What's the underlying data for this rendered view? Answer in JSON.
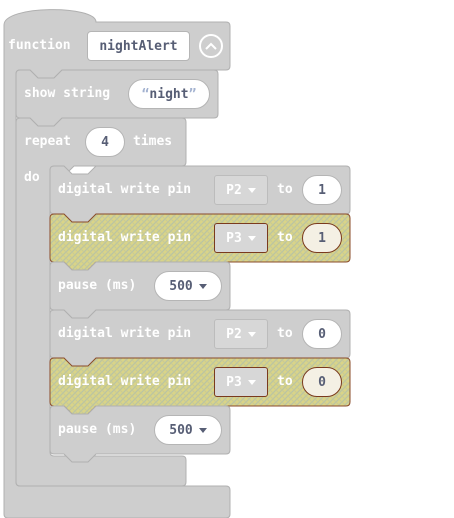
{
  "colors": {
    "block_fill": "#cecece",
    "block_stroke": "#b0b0b0",
    "highlight_fill": "#d6d283",
    "highlight_stroke": "#8a4b2a",
    "text_light": "#ffffff",
    "field_text": "#575e75"
  },
  "function_block": {
    "keyword": "function",
    "name": "nightAlert",
    "collapse_icon": "chevron-up-icon"
  },
  "show_string": {
    "label": "show string",
    "value": "night"
  },
  "repeat": {
    "label": "repeat",
    "count": "4",
    "times_label": "times",
    "do_label": "do"
  },
  "statements": [
    {
      "label": "digital write pin",
      "pin": "P2",
      "to_label": "to",
      "value": "1",
      "highlighted": false
    },
    {
      "label": "digital write pin",
      "pin": "P3",
      "to_label": "to",
      "value": "1",
      "highlighted": true
    },
    {
      "label": "pause (ms)",
      "value": "500"
    },
    {
      "label": "digital write pin",
      "pin": "P2",
      "to_label": "to",
      "value": "0",
      "highlighted": false
    },
    {
      "label": "digital write pin",
      "pin": "P3",
      "to_label": "to",
      "value": "0",
      "highlighted": true
    },
    {
      "label": "pause (ms)",
      "value": "500"
    }
  ]
}
